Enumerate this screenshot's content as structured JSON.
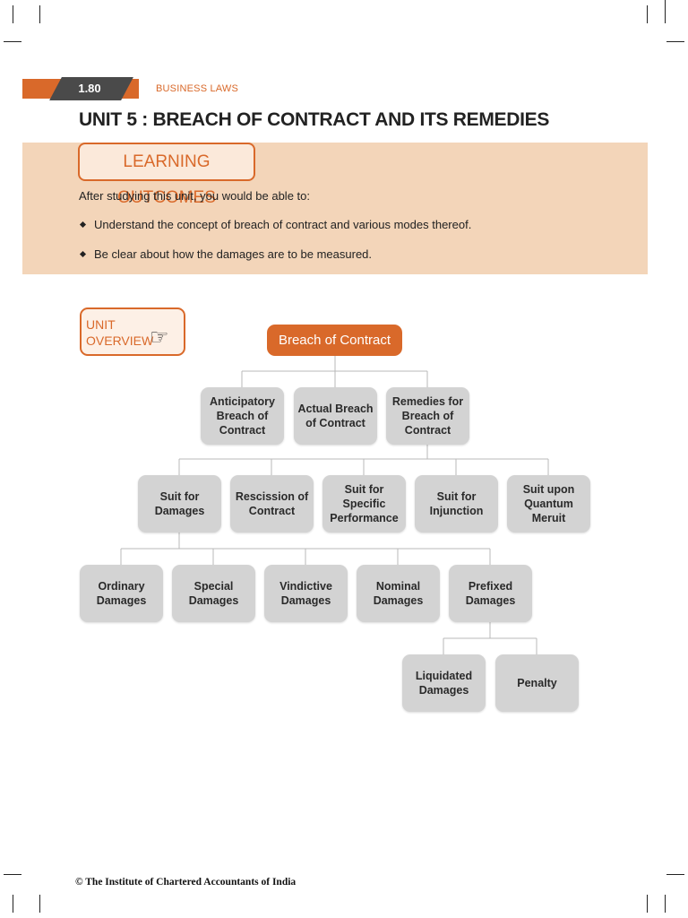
{
  "header": {
    "page_number": "1.80",
    "book_title": "BUSINESS LAWS"
  },
  "unit_title": "UNIT 5 : BREACH OF CONTRACT AND ITS REMEDIES",
  "learning_outcomes": {
    "badge": "LEARNING OUTCOMES",
    "intro": "After studying this unit, you would be able to:",
    "items": [
      "Understand the concept of breach of contract and various modes thereof.",
      "Be clear about how the damages are to be measured."
    ]
  },
  "unit_overview": {
    "line1": "UNIT",
    "line2": "OVERVIEW",
    "icon": "pointing-hand-icon"
  },
  "diagram": {
    "root": "Breach of Contract",
    "level1": [
      "Anticipatory Breach of Contract",
      "Actual Breach of Contract",
      "Remedies for Breach of Contract"
    ],
    "level2": [
      "Suit for Damages",
      "Rescission of Contract",
      "Suit for Specific Performance",
      "Suit for Injunction",
      "Suit upon Quantum Meruit"
    ],
    "level3": [
      "Ordinary Damages",
      "Special Damages",
      "Vindictive Damages",
      "Nominal Damages",
      "Prefixed Damages"
    ],
    "level4": [
      "Liquidated Damages",
      "Penalty"
    ]
  },
  "footer": "© The Institute of Chartered Accountants of India",
  "colors": {
    "accent": "#d9692a",
    "panel": "#f3d5b9",
    "node": "#d3d3d3"
  }
}
